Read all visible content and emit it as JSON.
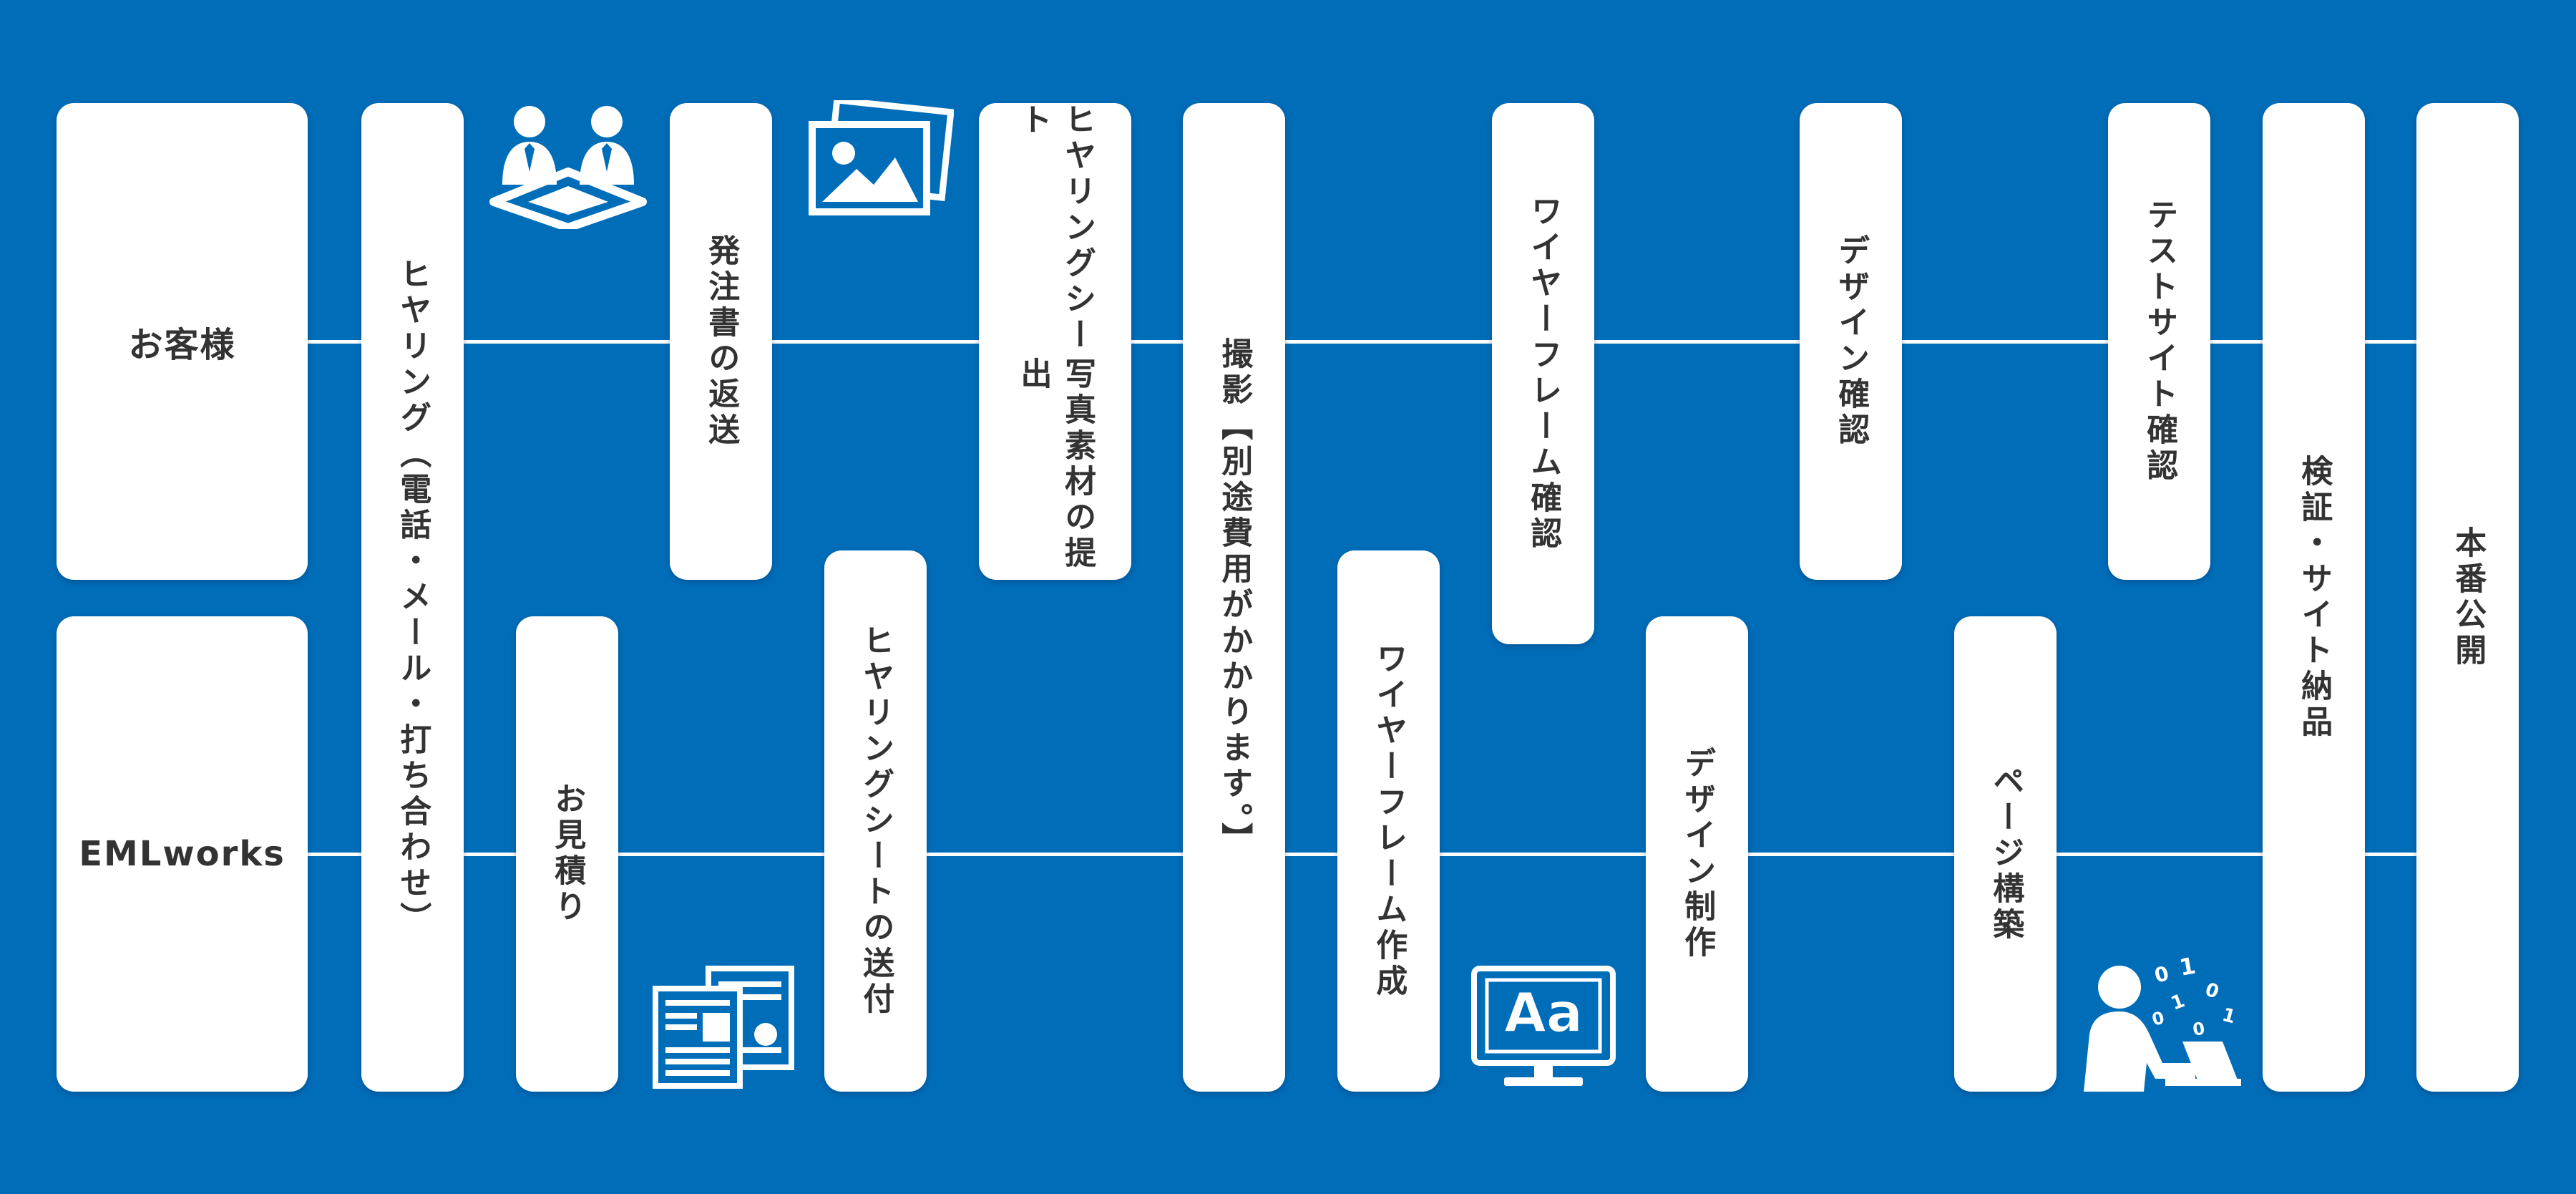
{
  "lanes": {
    "customer": "お客様",
    "company": "EMLworks"
  },
  "steps": {
    "hearing": "ヒヤリング（電話・メール・打ち合わせ）",
    "estimate": "お見積り",
    "order_return": "発注書の返送",
    "sheet_send": "ヒヤリングシートの送付",
    "sheet_submit_1": "ヒヤリングシート",
    "sheet_submit_2": "写真素材の提出",
    "photo": "撮影【別途費用がかかります。】",
    "wireframe_make": "ワイヤーフレーム作成",
    "wireframe_check": "ワイヤーフレーム確認",
    "design_make": "デザイン制作",
    "design_check": "デザイン確認",
    "page_build": "ページ構築",
    "test_check": "テストサイト確認",
    "verify": "検証・サイト納品",
    "publish": "本番公開"
  },
  "icons": {
    "meeting": "meeting-icon",
    "photos": "photos-icon",
    "documents": "documents-icon",
    "font": "font-monitor-icon",
    "coder": "coder-icon",
    "font_label": "Aa",
    "binary": [
      "0",
      "1",
      "0",
      "1",
      "0",
      "1",
      "0"
    ]
  },
  "colors": {
    "background": "#006db8",
    "card": "#ffffff",
    "text": "#333333"
  }
}
